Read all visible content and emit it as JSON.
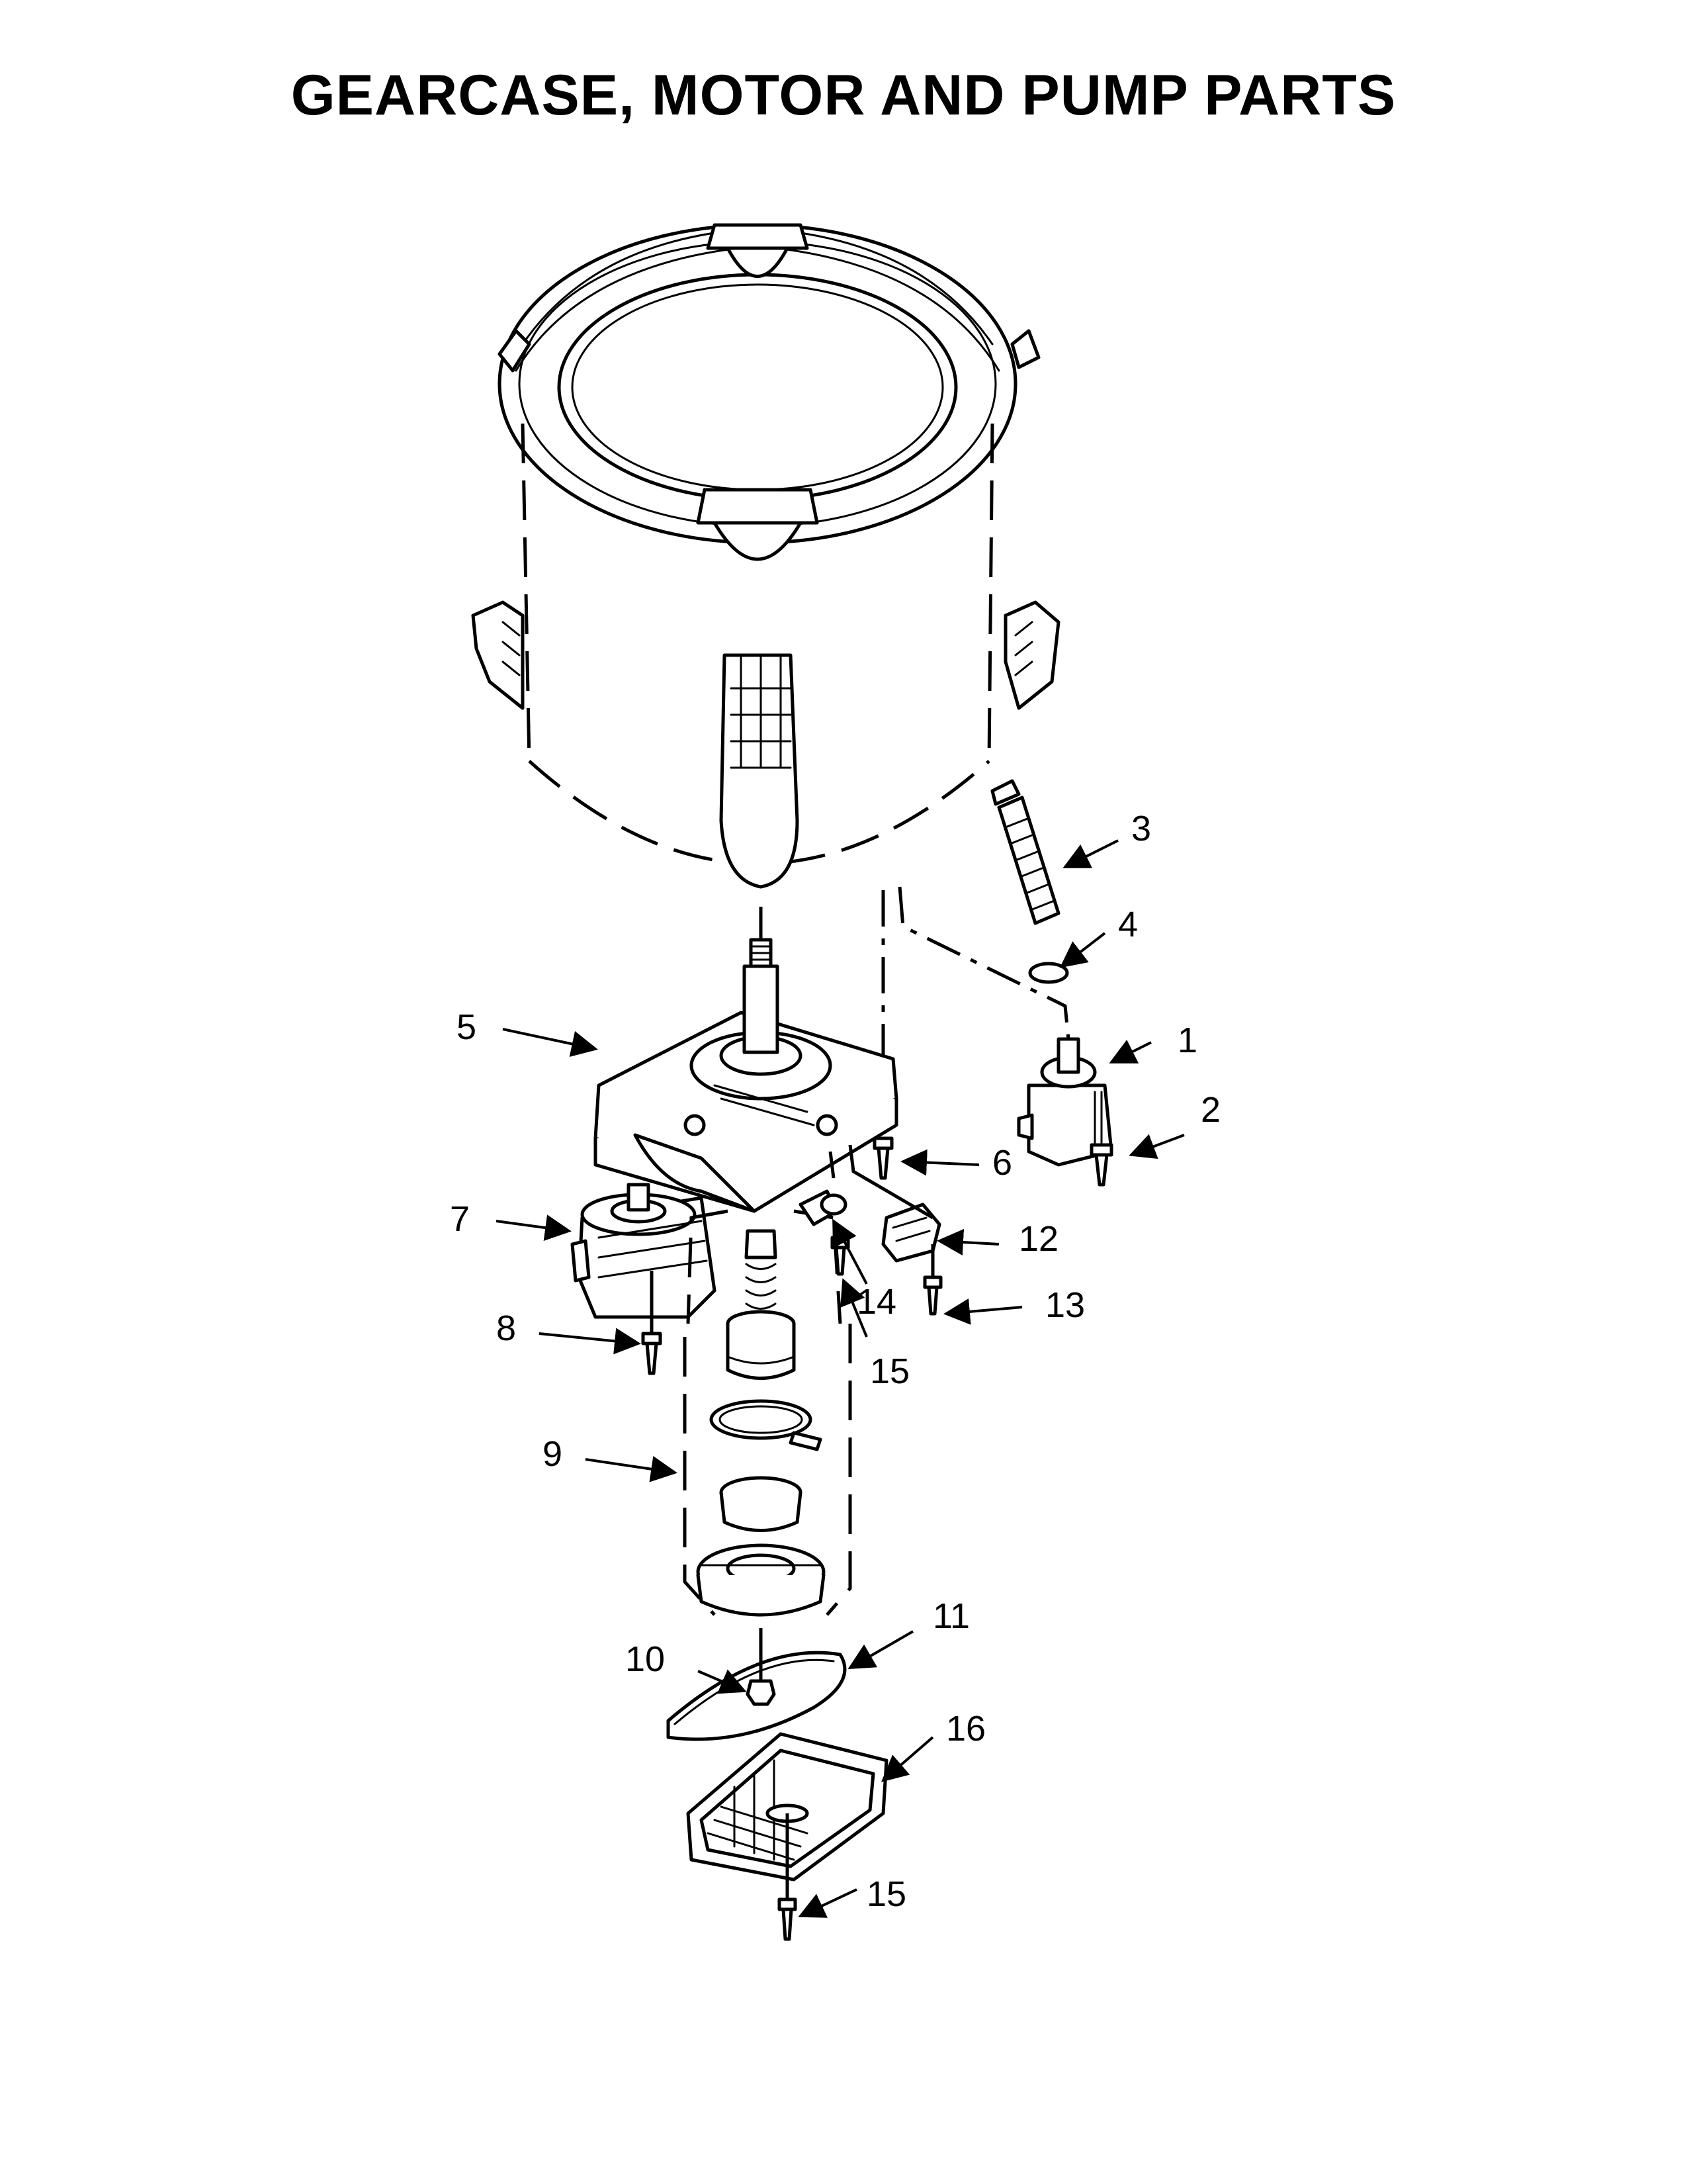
{
  "title": "GEARCASE, MOTOR AND PUMP PARTS",
  "callouts": [
    "1",
    "2",
    "3",
    "4",
    "5",
    "6",
    "7",
    "8",
    "9",
    "10",
    "11",
    "12",
    "13",
    "14",
    "15",
    "15",
    "16"
  ]
}
